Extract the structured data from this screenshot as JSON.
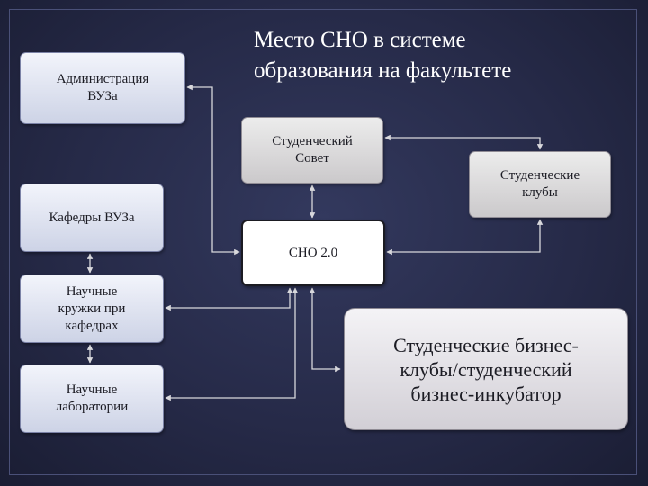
{
  "title": {
    "line1": "Место СНО в системе",
    "line2": "образования на факультете"
  },
  "nodes": {
    "admin": {
      "line1": "Администрация",
      "line2": "ВУЗа"
    },
    "departments": {
      "line1": "Кафедры ВУЗа"
    },
    "circles": {
      "line1": "Научные",
      "line2": "кружки при",
      "line3": "кафедрах"
    },
    "labs": {
      "line1": "Научные",
      "line2": "лаборатории"
    },
    "council": {
      "line1": "Студенческий",
      "line2": "Совет"
    },
    "clubs": {
      "line1": "Студенческие",
      "line2": "клубы"
    },
    "sno": {
      "line1": "СНО 2.0"
    },
    "business": {
      "line1": "Студенческие бизнес-",
      "line2": "клубы/студенческий",
      "line3": "бизнес-инкубатор"
    }
  }
}
